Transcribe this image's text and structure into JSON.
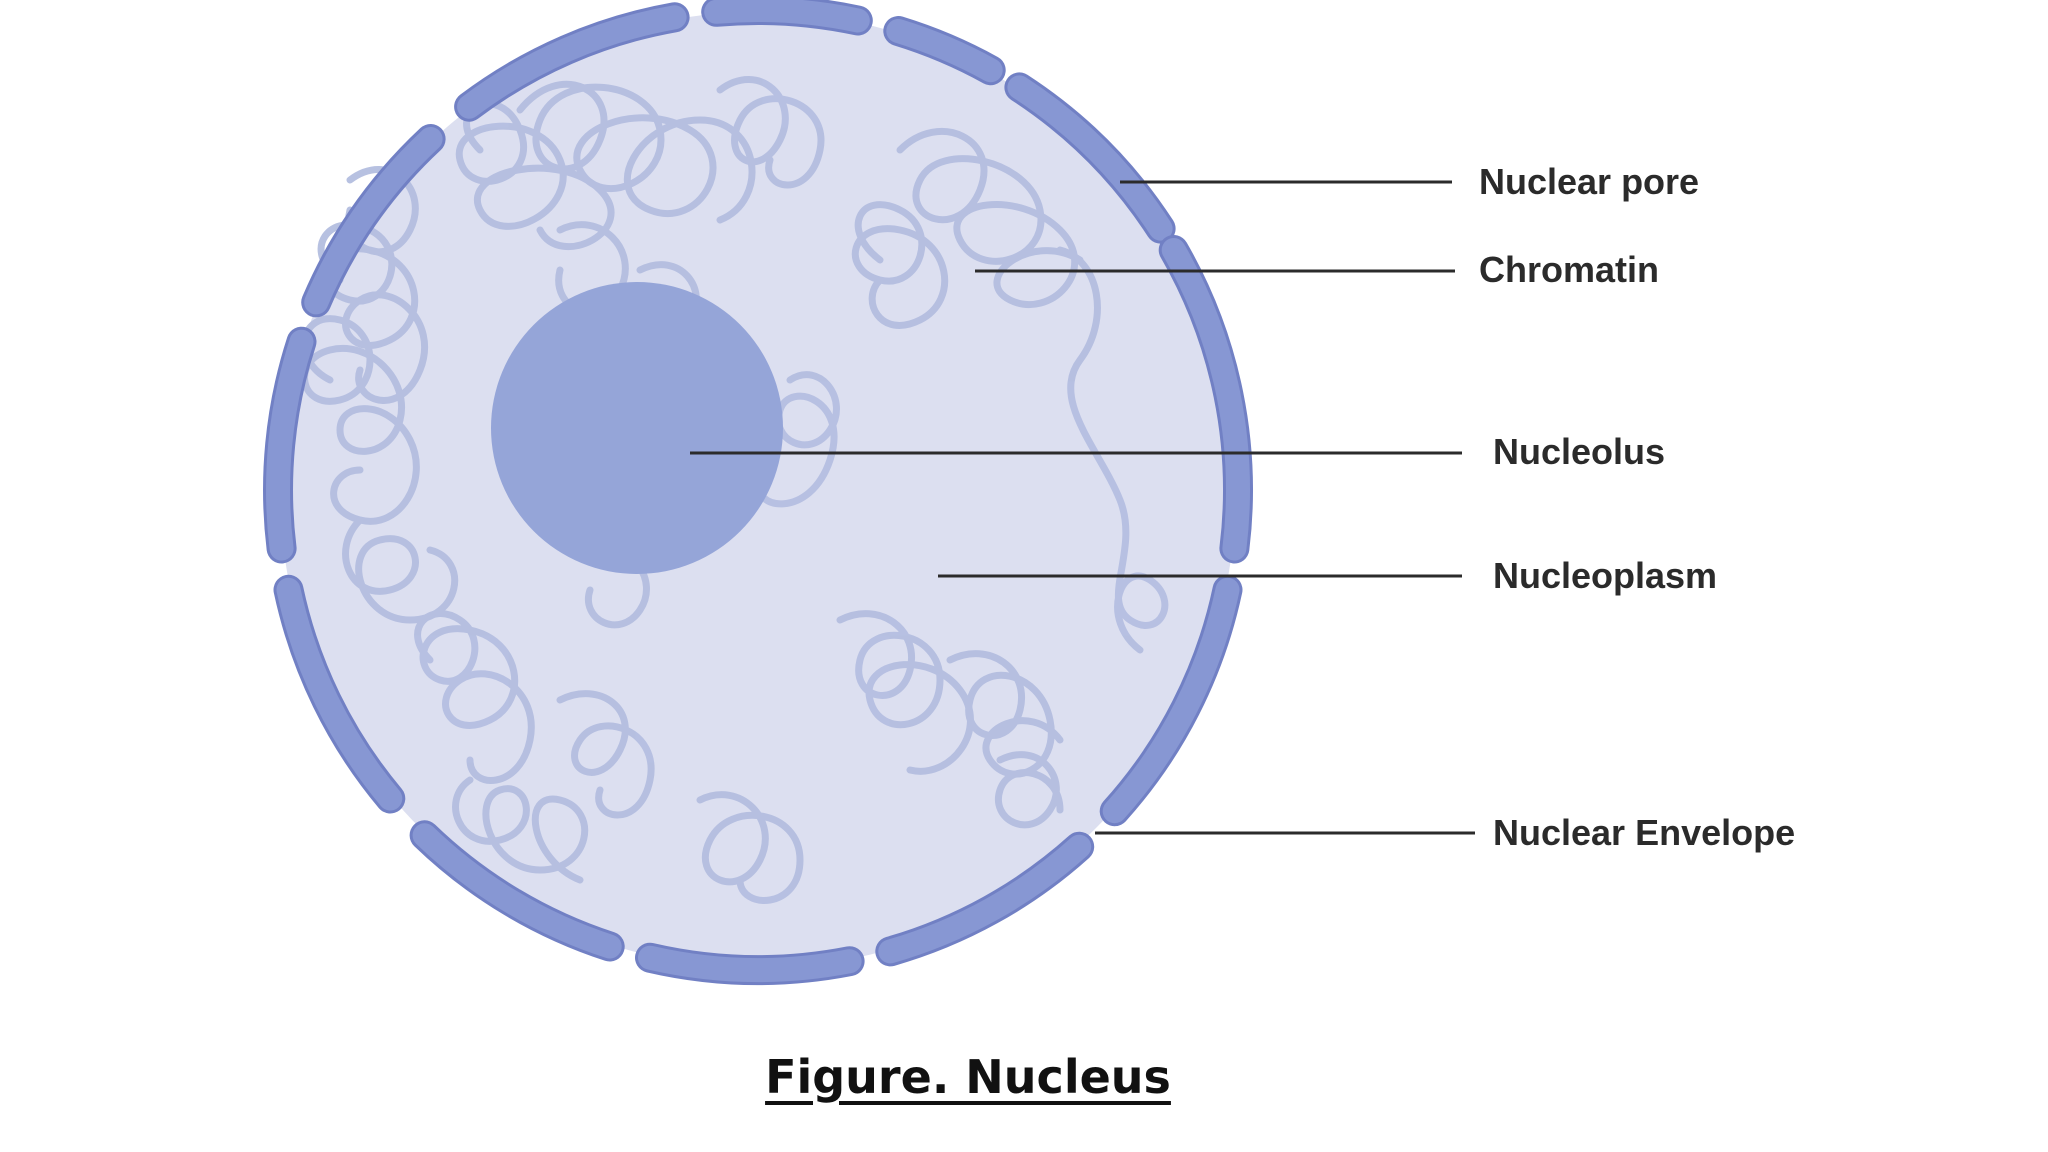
{
  "labels": {
    "nuclear_pore": "Nuclear pore",
    "chromatin": "Chromatin",
    "nucleolus": "Nucleolus",
    "nucleoplasm": "Nucleoplasm",
    "nuclear_envelope": "Nuclear Envelope"
  },
  "caption": "Figure. Nucleus",
  "colors": {
    "nucleoplasm": "#dcdff0",
    "envelope": "#8797d3",
    "envelope_stroke": "#7180c4",
    "chromatin": "#b4bee0",
    "nucleolus": "#95a5d8",
    "leader_line": "#2b2b2b",
    "text": "#2b2b2b"
  }
}
